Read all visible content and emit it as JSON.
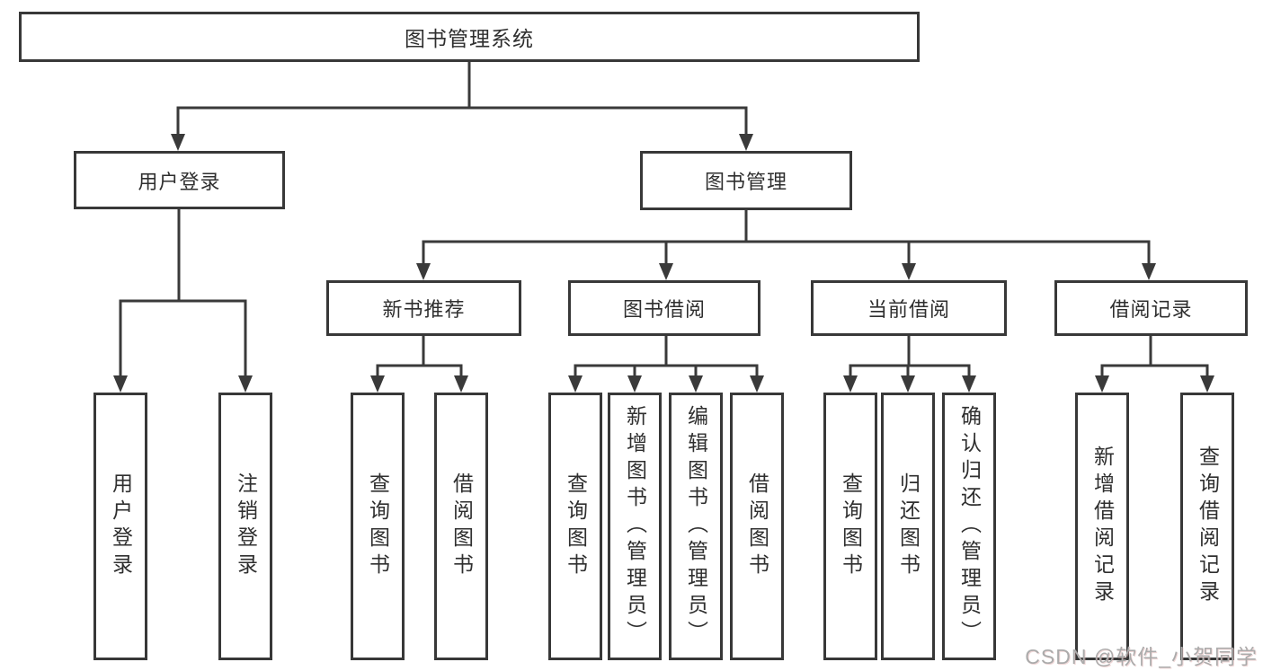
{
  "diagram": {
    "title": "图书管理系统",
    "root": {
      "label": "图书管理系统"
    },
    "level2": [
      {
        "label": "用户登录"
      },
      {
        "label": "图书管理"
      }
    ],
    "level3": [
      {
        "label": "新书推荐"
      },
      {
        "label": "图书借阅"
      },
      {
        "label": "当前借阅"
      },
      {
        "label": "借阅记录"
      }
    ],
    "leaves": {
      "user_login": [
        {
          "label": "用户登录"
        },
        {
          "label": "注销登录"
        }
      ],
      "new_book": [
        {
          "label": "查询图书"
        },
        {
          "label": "借阅图书"
        }
      ],
      "borrow": [
        {
          "label": "查询图书"
        },
        {
          "label": "新增图书（管理员）"
        },
        {
          "label": "编辑图书（管理员）"
        },
        {
          "label": "借阅图书"
        }
      ],
      "current": [
        {
          "label": "查询图书"
        },
        {
          "label": "归还图书"
        },
        {
          "label": "确认归还（管理员）"
        }
      ],
      "records": [
        {
          "label": "新增借阅记录"
        },
        {
          "label": "查询借阅记录"
        }
      ]
    }
  },
  "watermark": {
    "text": "CSDN @软件_小贺同学"
  },
  "colors": {
    "line": "#3a3a3a",
    "box_border": "#383838",
    "text": "#2f2f2f",
    "watermark": "#ababab",
    "background": "#ffffff"
  }
}
